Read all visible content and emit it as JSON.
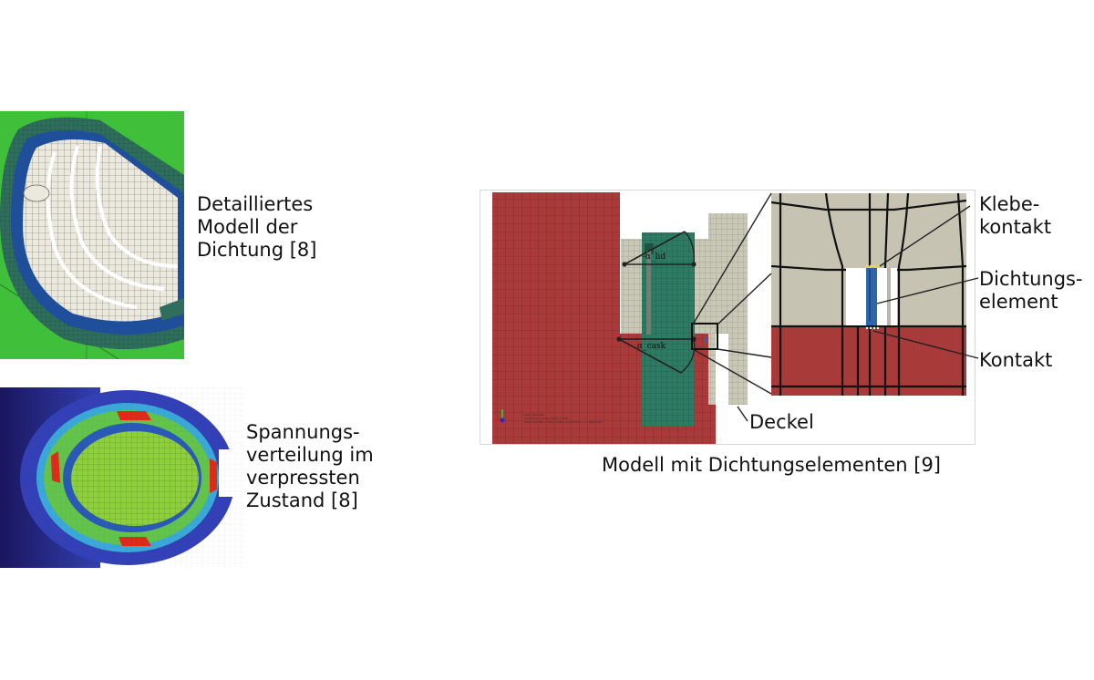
{
  "figure": {
    "panel_top_left": {
      "caption": "Detailliertes\nModell der\nDichtung [8]",
      "colors": {
        "background": "#3fbf3a",
        "outer_ring": "#2d6b5a",
        "inner_ring": "#1f4f9a",
        "seal": "#e9e8dc"
      }
    },
    "panel_bottom_left": {
      "caption": "Spannungs-\nverteilung im\nverpressten\nZustand [8]",
      "colors": {
        "outer": "#2f3fb0",
        "mid": "#3aa0d8",
        "green": "#7cc832",
        "hot": "#e02a1a"
      }
    },
    "panel_right": {
      "caption": "Modell mit Dichtungselementen [9]",
      "overview": {
        "angle_labels": [
          "-α_lid",
          "α_cask"
        ],
        "colors": {
          "cask": "#a83a3a",
          "bolt": "#2e7a62",
          "lid": "#c9c7b5"
        },
        "legend_text": [
          "Step: Transient",
          "Increment 1: Step Time = 1.000",
          "Deformed Var: U  Deformation Scale Factor: +1.000e+00"
        ]
      },
      "detail": {
        "colors": {
          "upper": "#c6c3b2",
          "lower": "#a83a3a",
          "seal": "#2a66a8",
          "glue": "#f0e040"
        }
      },
      "labels": {
        "klebekontakt": "Klebe-\nkontakt",
        "dichtungselement": "Dichtungs-\nelement",
        "kontakt": "Kontakt",
        "deckel": "Deckel"
      }
    }
  }
}
